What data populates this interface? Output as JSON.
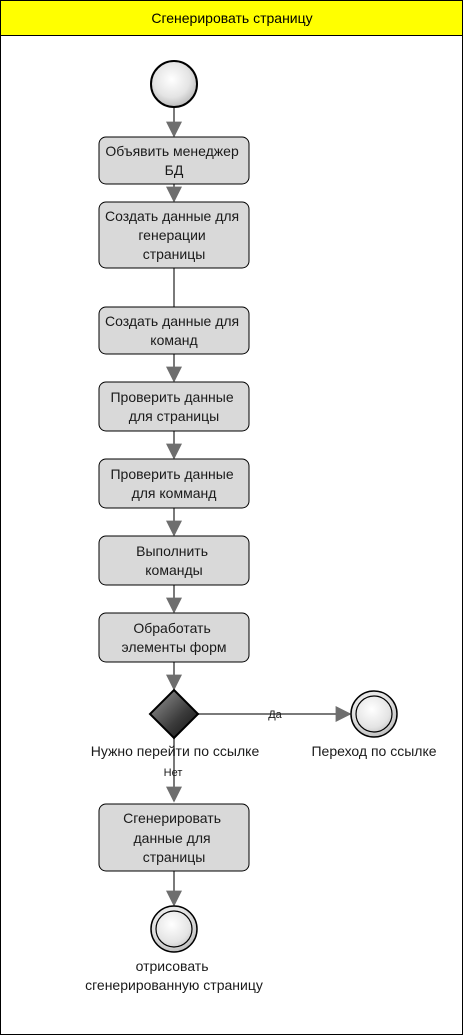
{
  "title": "Сгенерировать страницу",
  "steps": [
    [
      "Объявить менеджер",
      "БД"
    ],
    [
      "Создать данные для",
      "генерации",
      "страницы"
    ],
    [
      "Создать данные для",
      "команд"
    ],
    [
      "Проверить данные",
      "для страницы"
    ],
    [
      "Проверить данные",
      "для комманд"
    ],
    [
      "Выполнить",
      "команды"
    ],
    [
      "Обработать",
      "элементы форм"
    ],
    [
      "Сгенерировать",
      "данные для",
      "страницы"
    ]
  ],
  "gateway": {
    "label": "Нужно перейти по ссылке",
    "yes": "Да",
    "no": "Нет"
  },
  "link_end": "Переход по ссылке",
  "end": [
    "отрисовать",
    "сгенерированную страницу"
  ],
  "colors": {
    "header_bg": "#ffff00",
    "step_fill": "#d9d9d9",
    "line": "#808080",
    "border": "#000000"
  }
}
